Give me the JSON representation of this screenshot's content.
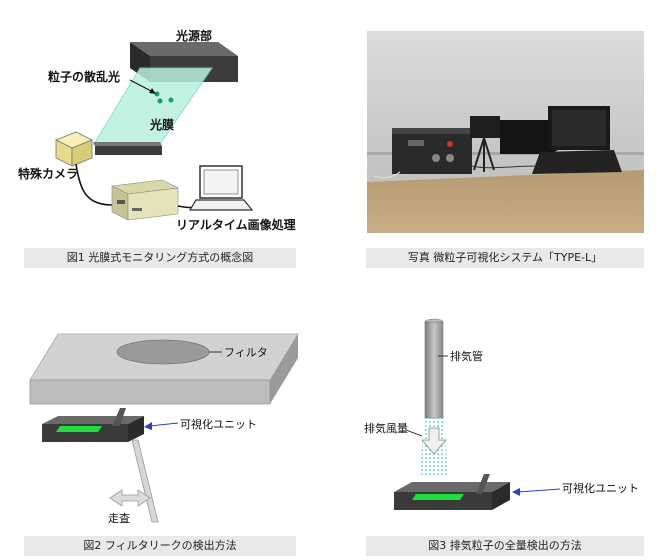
{
  "panel1": {
    "caption": "図1 光膜式モニタリング方式の概念図",
    "light_source": "光源部",
    "scattered_light": "粒子の散乱光",
    "light_film": "光膜",
    "special_camera": "特殊カメラ",
    "realtime_processing": "リアルタイム画像処理"
  },
  "panel2": {
    "caption": "写真 微粒子可視化システム「TYPE-L」"
  },
  "panel3": {
    "caption": "図2 フィルタリークの検出方法",
    "filter": "フィルタ",
    "visualization_unit": "可視化ユニット",
    "scan": "走査"
  },
  "panel4": {
    "caption": "図3 排気粒子の全量検出の方法",
    "exhaust_pipe": "排気管",
    "exhaust_air": "排気風量",
    "visualization_unit": "可視化ユニット"
  }
}
